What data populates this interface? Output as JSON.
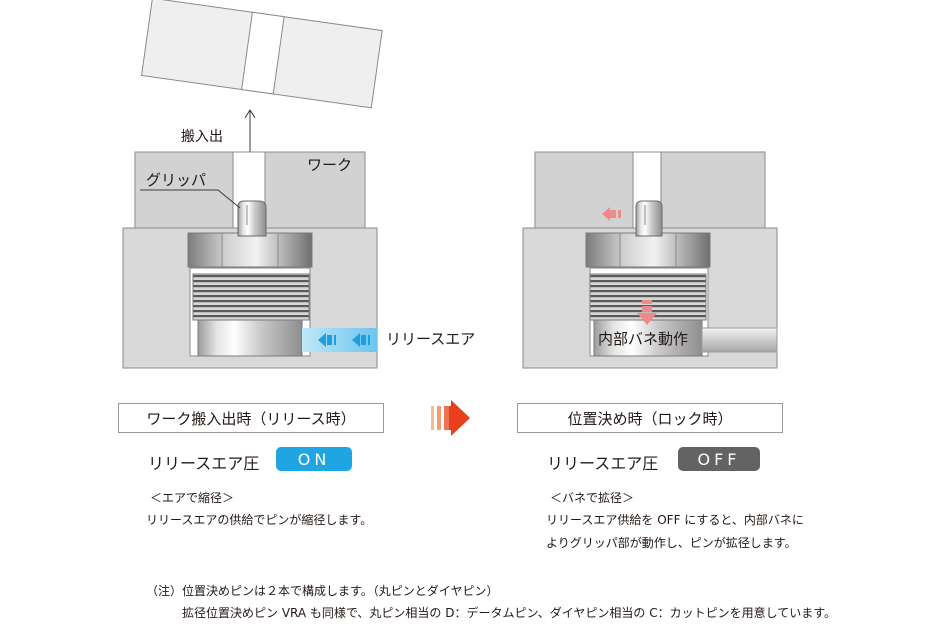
{
  "left": {
    "arrow_label": "搬入出",
    "work_label": "ワーク",
    "gripper_label": "グリッパ",
    "air_label": "リリースエア",
    "title": "ワーク搬入出時（リリース時）",
    "state_label": "リリースエア圧",
    "state_value": "ON",
    "state_color": "#1ea5e2",
    "sub_heading": "＜エアで縮径＞",
    "desc_1": "リリースエアの供給でピンが縮径します。"
  },
  "right": {
    "spring_label": "内部バネ動作",
    "title": "位置決め時（ロック時）",
    "state_label": "リリースエア圧",
    "state_value": "OFF",
    "state_color": "#636363",
    "sub_heading": "＜バネで拡径＞",
    "desc_1": "リリースエア供給を OFF にすると、内部バネに",
    "desc_2": "よりグリッパ部が動作し、ピンが拡径します。"
  },
  "notes": {
    "prefix": "（注）",
    "line_1": "位置決めピンは２本で構成します。（丸ピンとダイヤピン）",
    "line_2": "拡径位置決めピン VRA も同様で、丸ピン相当の D：データムピン、ダイヤピン相当の C：カットピンを用意しています。"
  },
  "colors": {
    "air_blue": "#1e9ee0",
    "arrow_red": "#e8401c",
    "spring_red": "#ef8a8a"
  }
}
